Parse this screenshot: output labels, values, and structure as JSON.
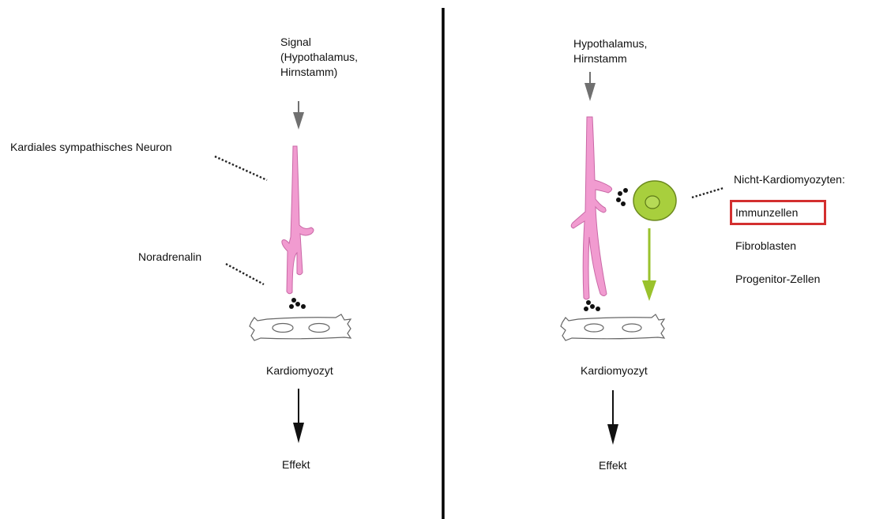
{
  "left_panel": {
    "signal_lines": [
      "Signal",
      "(Hypothalamus,",
      "Hirnstamm)"
    ],
    "neuron_label": "Kardiales sympathisches Neuron",
    "transmitter_label": "Noradrenalin",
    "cell_label": "Kardiomyozyt",
    "effect_label": "Effekt"
  },
  "right_panel": {
    "signal_lines": [
      "Hypothalamus,",
      "Hirnstamm"
    ],
    "non_cardiomyocyte_title": "Nicht-Kardiomyozyten:",
    "cell_types": [
      "Immunzellen",
      "Fibroblasten",
      "Progenitor-Zellen"
    ],
    "highlighted_cell_type": "Immunzellen",
    "cell_label": "Kardiomyozyt",
    "effect_label": "Effekt"
  },
  "colors": {
    "neuron": "#f19bd0",
    "neuron_outline": "#c968a6",
    "cell_green": "#a8cf3d",
    "arrow_green": "#9ac22c",
    "arrow_gray": "#707070",
    "arrow_black": "#111111",
    "highlight": "#d32f2f"
  }
}
